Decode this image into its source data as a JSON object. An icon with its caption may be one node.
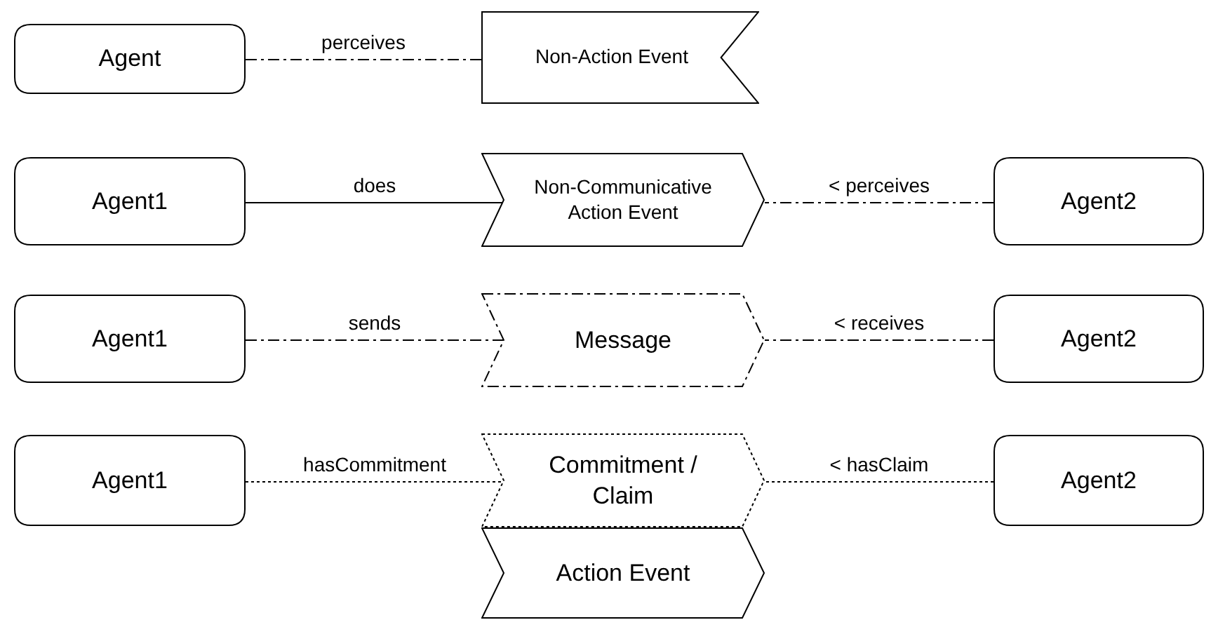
{
  "diagram": {
    "nodes": [
      {
        "text": [
          "Agent"
        ]
      },
      {
        "text": [
          "Non-Action Event"
        ]
      },
      {
        "text": [
          "Agent1"
        ]
      },
      {
        "text": [
          "Non-Communicative Action Event"
        ]
      },
      {
        "text": [
          "Agent2"
        ]
      },
      {
        "text": [
          "Agent1"
        ]
      },
      {
        "text": [
          "Message"
        ]
      },
      {
        "text": [
          "Agent2"
        ]
      },
      {
        "text": [
          "Agent1"
        ]
      },
      {
        "text": [
          "Commitment / Claim"
        ]
      },
      {
        "text": [
          "Agent2"
        ]
      },
      {
        "text": [
          "Action Event"
        ]
      }
    ],
    "edges": [
      {
        "from": 0,
        "to": 1,
        "arrow": "none",
        "label": "perceives",
        "style": "dashed"
      },
      {
        "from": 2,
        "to": 3,
        "arrow": "none",
        "label": "does"
      },
      {
        "from": 4,
        "to": 3,
        "arrow": "none",
        "label": "< perceives",
        "style": "dashed"
      },
      {
        "from": 5,
        "to": 6,
        "arrow": "none",
        "label": "sends",
        "style": "dashed"
      },
      {
        "from": 7,
        "to": 6,
        "arrow": "none",
        "label": "< receives",
        "style": "dashed"
      },
      {
        "from": 8,
        "to": 9,
        "arrow": "none",
        "label": "hasCommitment",
        "style": "dashed"
      },
      {
        "from": 10,
        "to": 9,
        "arrow": "none",
        "label": "< hasClaim",
        "style": "dashed"
      }
    ]
  }
}
